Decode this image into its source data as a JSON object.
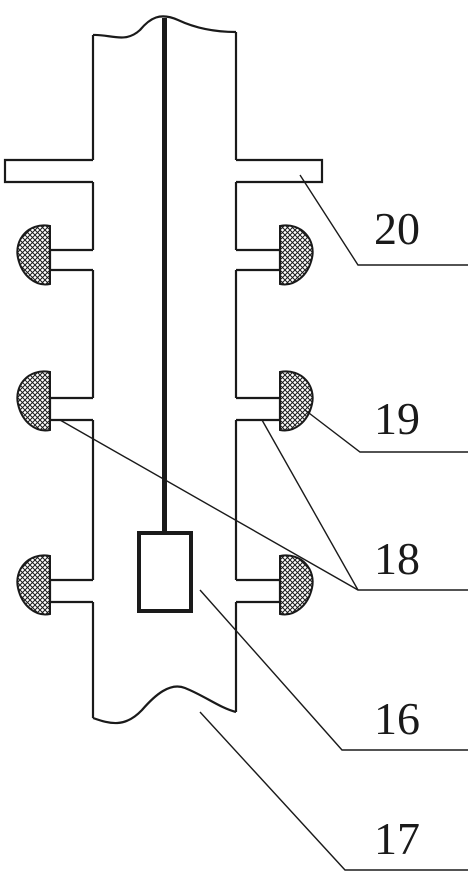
{
  "diagram": {
    "labels": {
      "l20": "20",
      "l19": "19",
      "l18": "18",
      "l16": "16",
      "l17": "17"
    },
    "colors": {
      "line": "#1a1a1a",
      "background": "#ffffff",
      "mesh": "#1a1a1a"
    }
  }
}
